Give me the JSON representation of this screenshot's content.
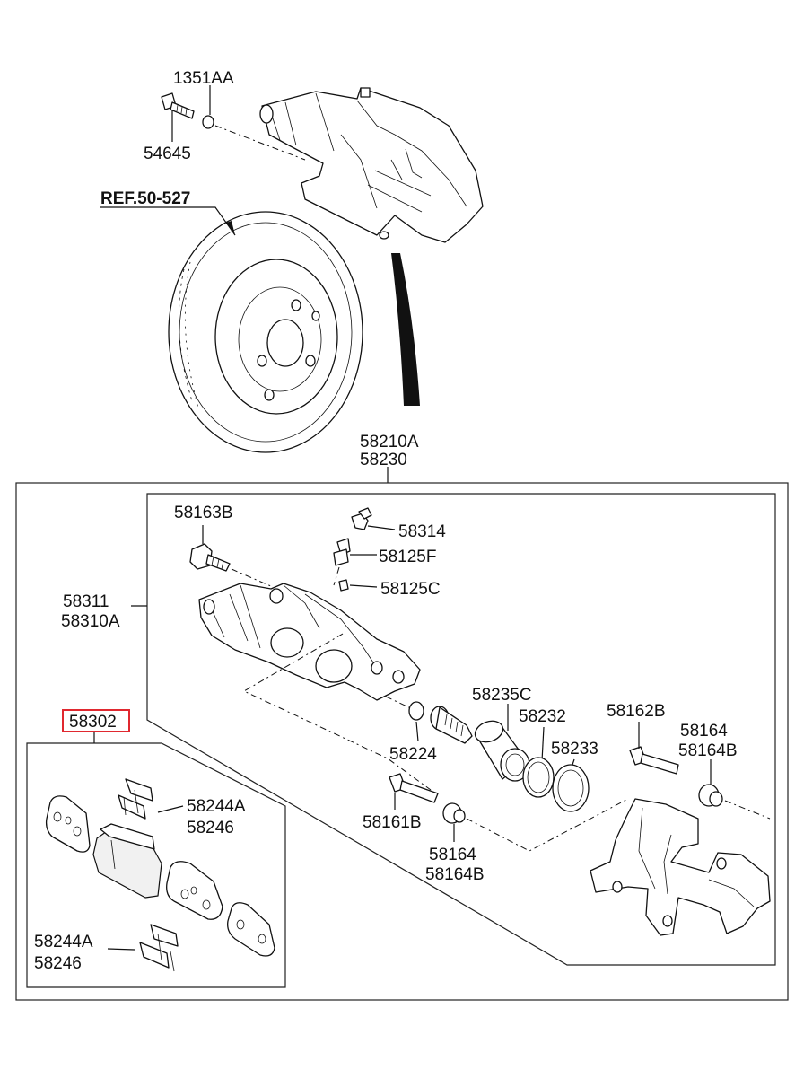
{
  "labels": {
    "p1351AA": "1351AA",
    "p54645": "54645",
    "ref": "REF.50-527",
    "p58210A": "58210A",
    "p58230": "58230",
    "p58163B": "58163B",
    "p58314": "58314",
    "p58125F": "58125F",
    "p58125C": "58125C",
    "p58311": "58311",
    "p58310A": "58310A",
    "p58235C": "58235C",
    "p58232": "58232",
    "p58233": "58233",
    "p58162B": "58162B",
    "p58164_right": "58164",
    "p58164B_right": "58164B",
    "p58224": "58224",
    "p58161B": "58161B",
    "p58164_bottom": "58164",
    "p58164B_bottom": "58164B",
    "p58302": "58302",
    "p58244A_upper": "58244A",
    "p58246_upper": "58246",
    "p58244A_lower": "58244A",
    "p58246_lower": "58246"
  },
  "colors": {
    "line": "#111111",
    "highlight_box": "#e0282f",
    "background": "#ffffff"
  }
}
